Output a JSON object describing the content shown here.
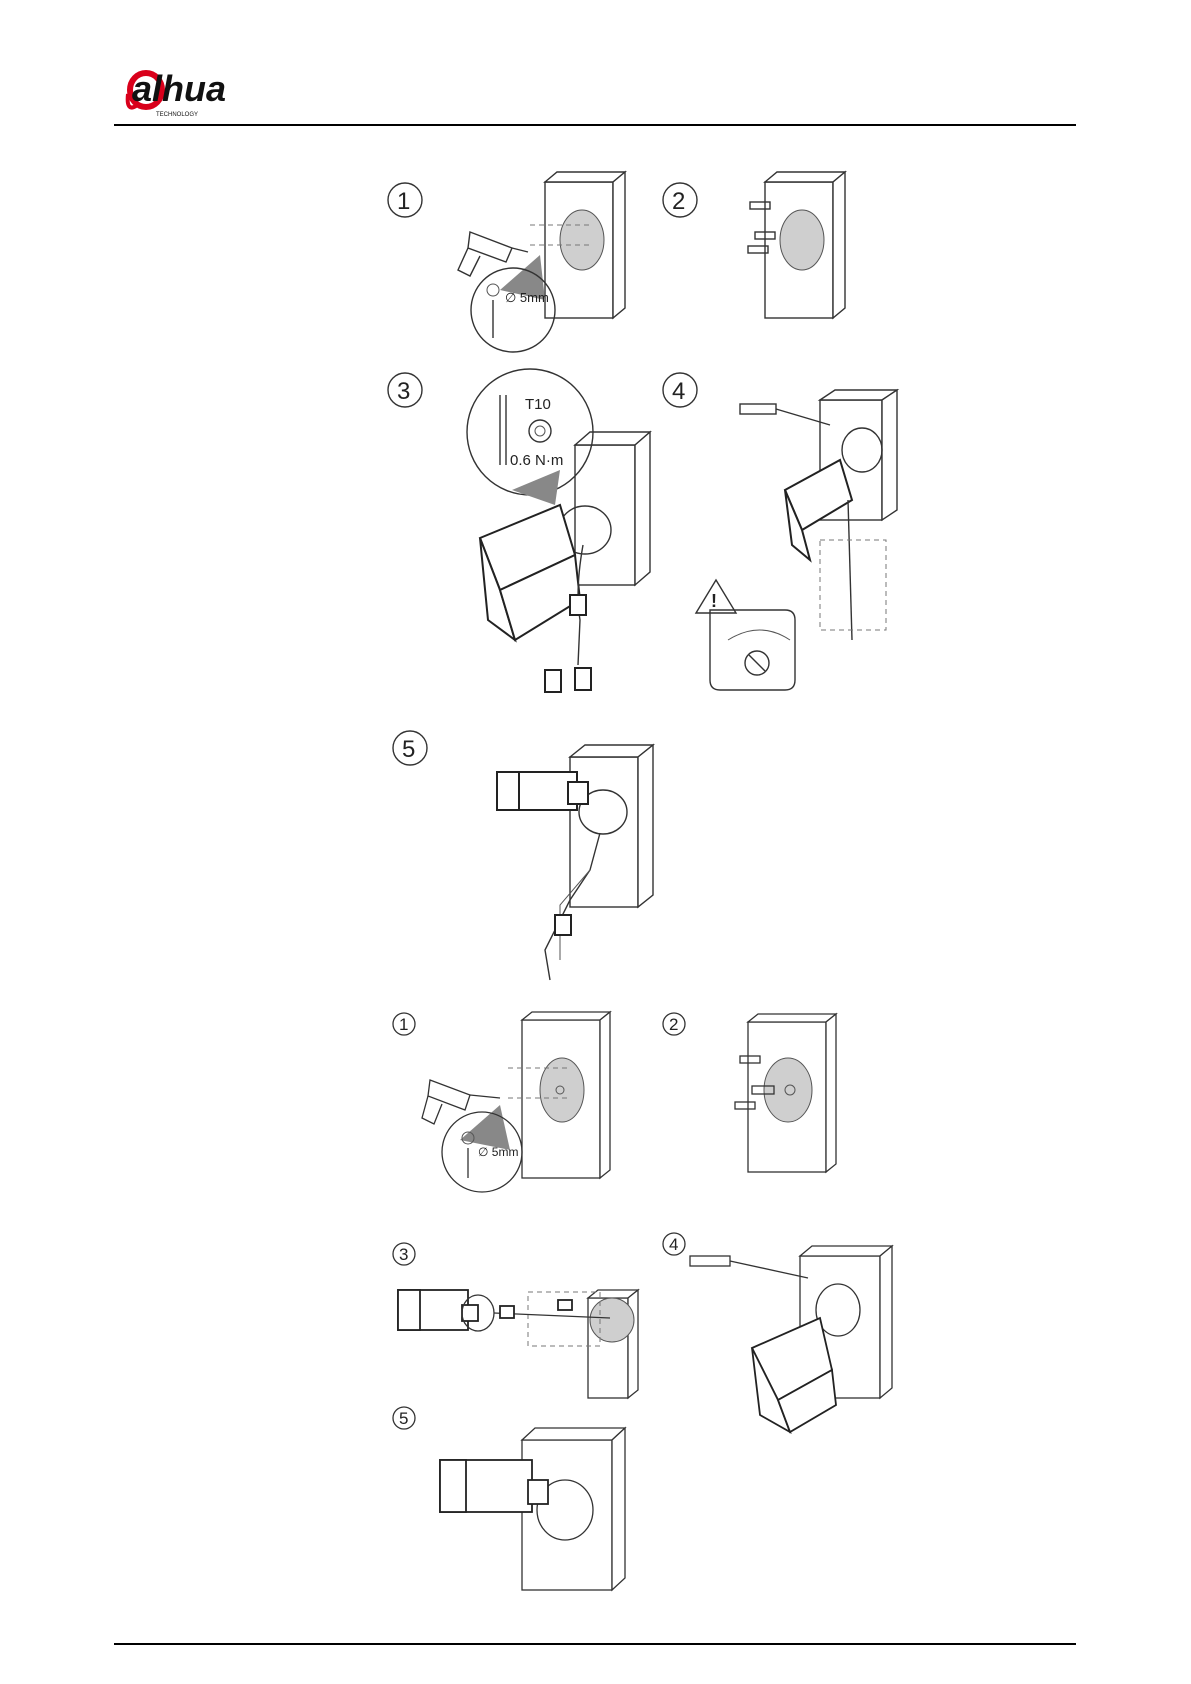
{
  "header": {
    "logo_text": "alhua",
    "logo_sub": "TECHNOLOGY",
    "brand_color": "#d9001b"
  },
  "figure_a": {
    "steps": [
      "1",
      "2",
      "3",
      "4",
      "5"
    ],
    "drill_size": "∅ 5mm",
    "torx_label": "T10",
    "torque_label": "0.6 N·m",
    "warning_symbol": "!"
  },
  "figure_b": {
    "steps": [
      "1",
      "2",
      "3",
      "4",
      "5"
    ],
    "drill_size": "∅ 5mm"
  }
}
